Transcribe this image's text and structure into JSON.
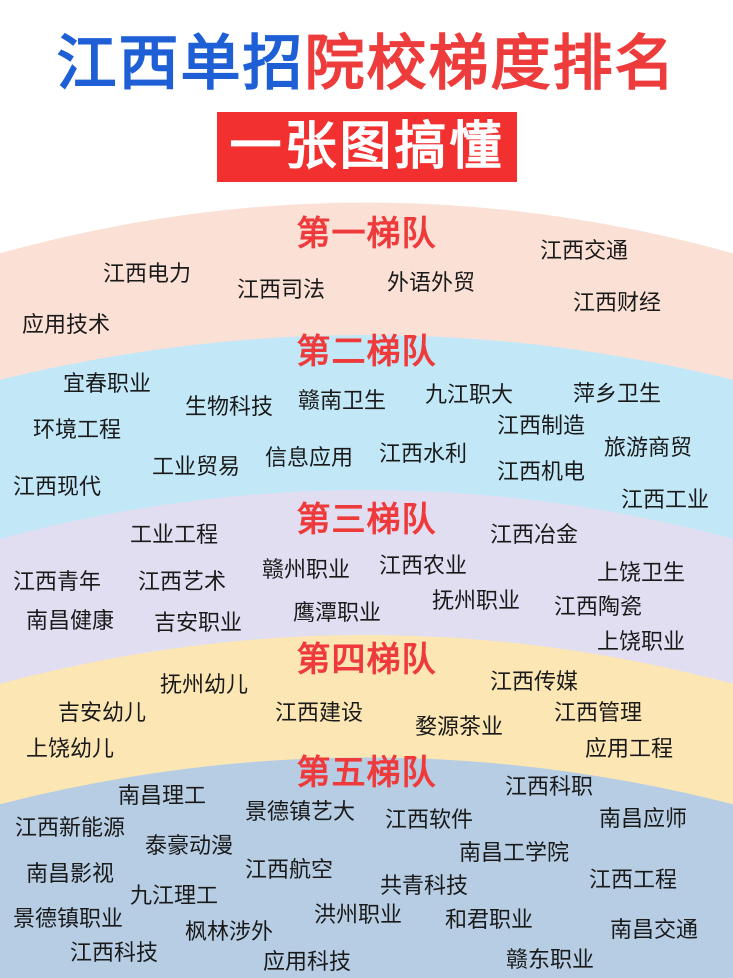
{
  "header": {
    "title_part1": "江西单招",
    "title_part2": "院校梯度排名",
    "subtitle": "一张图搞懂"
  },
  "colors": {
    "title_blue": "#1e5fd6",
    "title_red": "#ee3b3b",
    "subtitle_bg": "#f23030",
    "tier1_bg": "#fbe0d6",
    "tier2_bg": "#c2e8f8",
    "tier3_bg": "#e2def1",
    "tier4_bg": "#fce7b4",
    "tier5_bg": "#b6cde4"
  },
  "tiers": [
    {
      "title": "第一梯队",
      "schools": [
        "江西电力",
        "江西司法",
        "外语外贸",
        "江西交通",
        "江西财经",
        "应用技术"
      ]
    },
    {
      "title": "第二梯队",
      "schools": [
        "宜春职业",
        "生物科技",
        "赣南卫生",
        "九江职大",
        "萍乡卫生",
        "环境工程",
        "江西制造",
        "旅游商贸",
        "信息应用",
        "江西水利",
        "工业贸易",
        "江西机电",
        "江西现代",
        "江西工业"
      ]
    },
    {
      "title": "第三梯队",
      "schools": [
        "工业工程",
        "江西冶金",
        "赣州职业",
        "江西农业",
        "上饶卫生",
        "江西青年",
        "江西艺术",
        "抚州职业",
        "江西陶瓷",
        "南昌健康",
        "吉安职业",
        "鹰潭职业",
        "上饶职业"
      ]
    },
    {
      "title": "第四梯队",
      "schools": [
        "抚州幼儿",
        "江西传媒",
        "吉安幼儿",
        "江西建设",
        "江西管理",
        "婺源茶业",
        "上饶幼儿",
        "应用工程"
      ]
    },
    {
      "title": "第五梯队",
      "schools": [
        "南昌理工",
        "江西科职",
        "景德镇艺大",
        "江西新能源",
        "江西软件",
        "南昌应师",
        "泰豪动漫",
        "南昌工学院",
        "南昌影视",
        "江西航空",
        "江西工程",
        "九江理工",
        "共青科技",
        "景德镇职业",
        "洪州职业",
        "和君职业",
        "南昌交通",
        "枫林涉外",
        "江西科技",
        "应用科技",
        "赣东职业"
      ]
    }
  ]
}
